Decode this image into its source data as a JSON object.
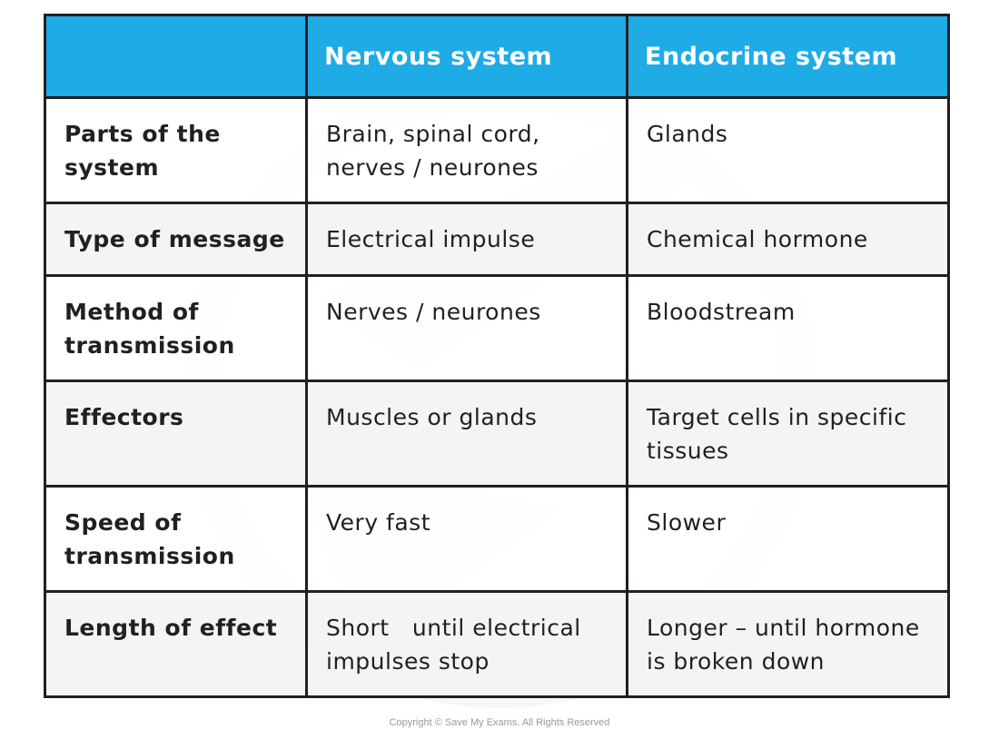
{
  "table": {
    "headers": [
      "",
      "Nervous system",
      "Endocrine system"
    ],
    "rows": [
      {
        "label": "Parts of the system",
        "nervous": "Brain, spinal cord, nerves / neurones",
        "endocrine": "Glands"
      },
      {
        "label": "Type of message",
        "nervous": "Electrical impulse",
        "endocrine": "Chemical hormone"
      },
      {
        "label": "Method of transmission",
        "nervous": "Nerves / neurones",
        "endocrine": "Bloodstream"
      },
      {
        "label": "Effectors",
        "nervous": "Muscles or glands",
        "endocrine": "Target cells in specific tissues"
      },
      {
        "label": "Speed of transmission",
        "nervous": "Very fast",
        "endocrine": "Slower"
      },
      {
        "label": "Length of effect",
        "nervous": "Short   until electrical impulses stop",
        "endocrine": "Longer – until hormone is broken down"
      }
    ]
  },
  "colors": {
    "header_bg": "#1eabe6",
    "border": "#231f20",
    "alt_row": "#f3f3f3"
  },
  "footer": {
    "copyright": "Copyright © Save My Exams. All Rights Reserved"
  }
}
